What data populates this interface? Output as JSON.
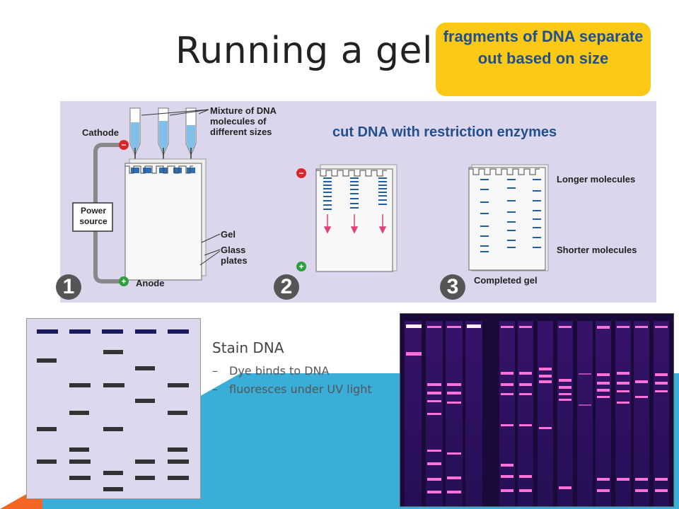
{
  "slide": {
    "title": "Running a gel",
    "callout": "fragments of DNA separate out based on size"
  },
  "diagram": {
    "caption": "cut DNA with restriction enzymes",
    "labels": {
      "cathode": "Cathode",
      "anode": "Anode",
      "power_source": "Power source",
      "mixture": "Mixture of DNA molecules of different sizes",
      "gel": "Gel",
      "glass_plates": "Glass plates",
      "longer": "Longer molecules",
      "shorter": "Shorter molecules",
      "completed_gel": "Completed gel",
      "minus": "−",
      "plus": "+"
    },
    "steps": [
      "1",
      "2",
      "3"
    ]
  },
  "stain": {
    "title": "Stain DNA",
    "points": [
      "Dye binds to DNA",
      "fluoresces under UV light"
    ],
    "dash": "–"
  },
  "colors": {
    "callout_bg": "#fcc917",
    "callout_text": "#1f4f8c",
    "panel_bg": "#dcd6ec",
    "band_blue": "#1f5fa8",
    "band_dark": "#333333",
    "well_navy": "#1a1a5e",
    "accent_blue": "#3aaed8",
    "accent_orange": "#f26522",
    "electrode_red": "#d9262a",
    "electrode_green": "#2e9e3e",
    "photo_band": "#ff6ad5"
  }
}
